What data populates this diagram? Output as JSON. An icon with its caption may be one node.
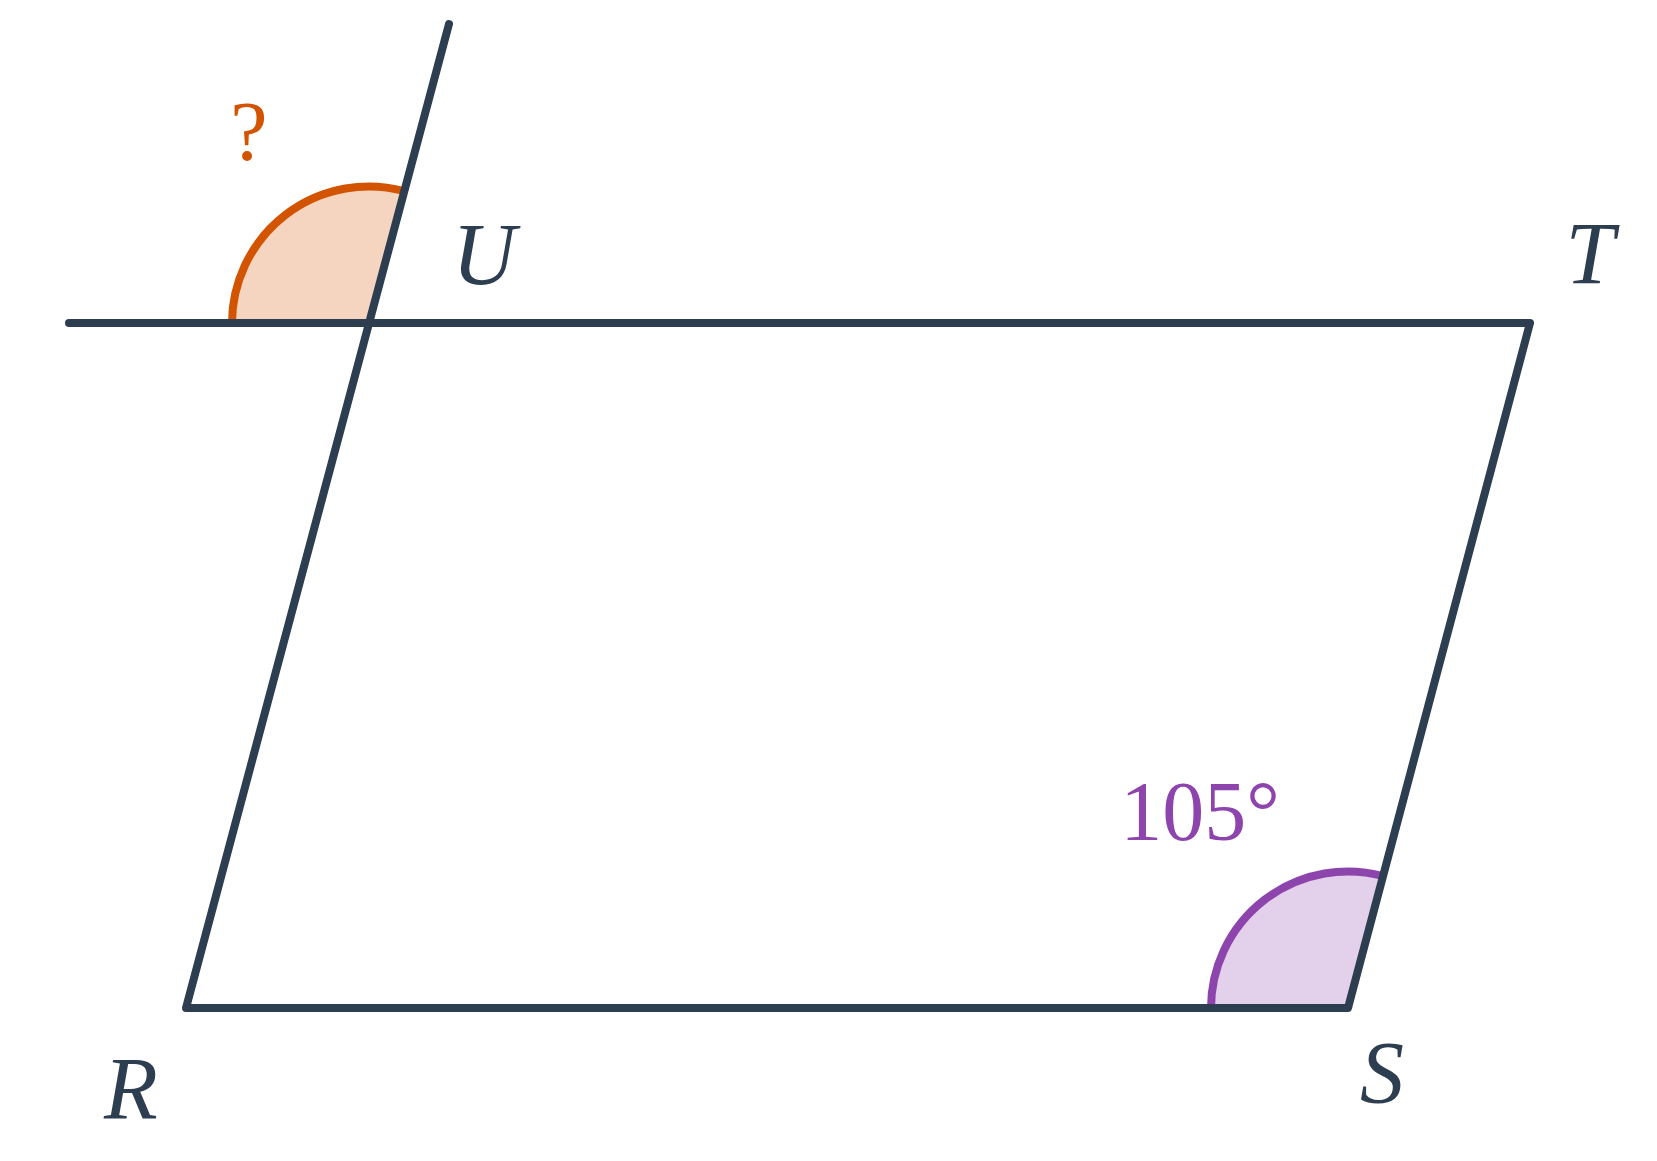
{
  "diagram": {
    "labels": [
      "?",
      "U",
      "T",
      "105°",
      "R",
      "S"
    ]
  }
}
